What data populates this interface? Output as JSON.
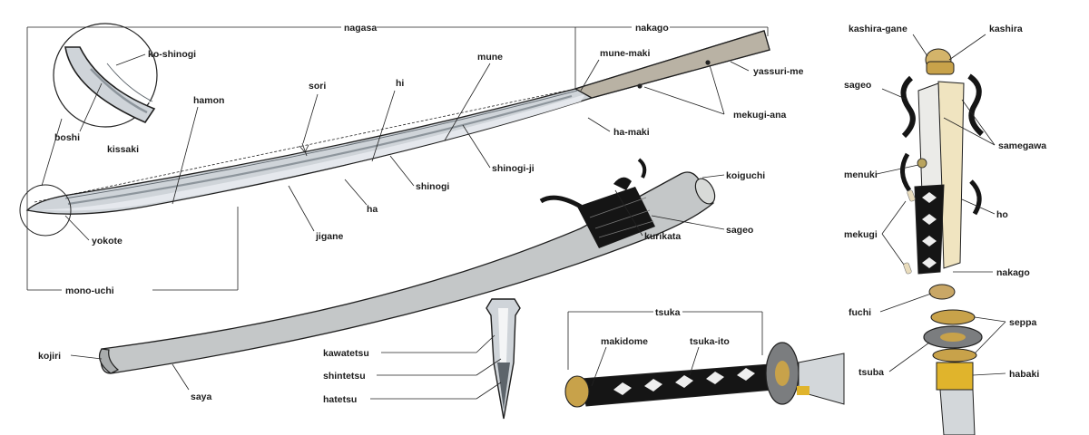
{
  "labels": {
    "nagasa": "nagasa",
    "nakago_top": "nakago",
    "ko_shinogi": "ko-shinogi",
    "mune_maki": "mune-maki",
    "yassuri_me": "yassuri-me",
    "mune": "mune",
    "sori": "sori",
    "hi": "hi",
    "hamon": "hamon",
    "mekugi_ana": "mekugi-ana",
    "ha_maki": "ha-maki",
    "boshi": "boshi",
    "kissaki": "kissaki",
    "shinogi_ji": "shinogi-ji",
    "shinogi": "shinogi",
    "ha": "ha",
    "jigane": "jigane",
    "yokote": "yokote",
    "mono_uchi": "mono-uchi",
    "koiguchi": "koiguchi",
    "sageo_saya": "sageo",
    "kurikata": "kurikata",
    "kojiri": "kojiri",
    "saya": "saya",
    "kawatetsu": "kawatetsu",
    "shintetsu": "shintetsu",
    "hatetsu": "hatetsu",
    "tsuka": "tsuka",
    "makidome": "makidome",
    "tsuka_ito": "tsuka-ito",
    "kashira_gane": "kashira-gane",
    "kashira": "kashira",
    "sageo_hilt": "sageo",
    "samegawa": "samegawa",
    "menuki": "menuki",
    "ho": "ho",
    "mekugi": "mekugi",
    "nakago_hilt": "nakago",
    "fuchi": "fuchi",
    "seppa": "seppa",
    "tsuba": "tsuba",
    "habaki": "habaki"
  },
  "colors": {
    "steel": "#c9ced4",
    "steel_dark": "#9aa1a8",
    "saya": "#c4c7c8",
    "wrap": "#151515",
    "gold": "#c8a24a",
    "wood": "#f0e4c0",
    "line": "#222222"
  }
}
